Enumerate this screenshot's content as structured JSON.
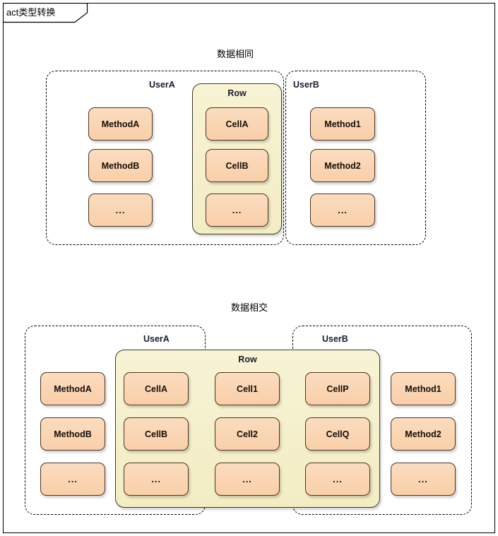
{
  "frame": {
    "title": "act类型转换"
  },
  "sections": [
    {
      "id": "same",
      "caption": "数据相同",
      "groups": [
        {
          "id": "userA",
          "label": "UserA"
        },
        {
          "id": "userB",
          "label": "UserB"
        }
      ],
      "row": {
        "label": "Row"
      },
      "columns": [
        {
          "id": "userA-methods",
          "owner": "UserA",
          "items": [
            "MethodA",
            "MethodB",
            "..."
          ]
        },
        {
          "id": "row-cells",
          "owner": "Row",
          "items": [
            "CellA",
            "CellB",
            "..."
          ]
        },
        {
          "id": "userB-methods",
          "owner": "UserB",
          "items": [
            "Method1",
            "Method2",
            "..."
          ]
        }
      ]
    },
    {
      "id": "intersect",
      "caption": "数据相交",
      "groups": [
        {
          "id": "userA",
          "label": "UserA"
        },
        {
          "id": "userB",
          "label": "UserB"
        }
      ],
      "row": {
        "label": "Row"
      },
      "columns": [
        {
          "id": "userA-only",
          "owner": "UserA",
          "items": [
            "MethodA",
            "MethodB",
            "..."
          ]
        },
        {
          "id": "userA-row",
          "owner": "UserA+Row",
          "items": [
            "CellA",
            "CellB",
            "..."
          ]
        },
        {
          "id": "row-only",
          "owner": "Row",
          "items": [
            "Cell1",
            "Cell2",
            "..."
          ]
        },
        {
          "id": "row-userB",
          "owner": "Row+UserB",
          "items": [
            "CellP",
            "CellQ",
            "..."
          ]
        },
        {
          "id": "userB-only",
          "owner": "UserB",
          "items": [
            "Method1",
            "Method2",
            "..."
          ]
        }
      ]
    }
  ],
  "colors": {
    "node_fill_top": "#fbdcc0",
    "node_fill_bottom": "#f9cfa8",
    "node_border": "#4d3520",
    "row_fill_top": "#f7f3d4",
    "row_fill_bottom": "#f3edc4",
    "row_border": "#3a3a2a",
    "group_border": "#000000",
    "frame_border": "#000000",
    "page_background": "#ffffff",
    "label_text": "#1a1a33"
  }
}
